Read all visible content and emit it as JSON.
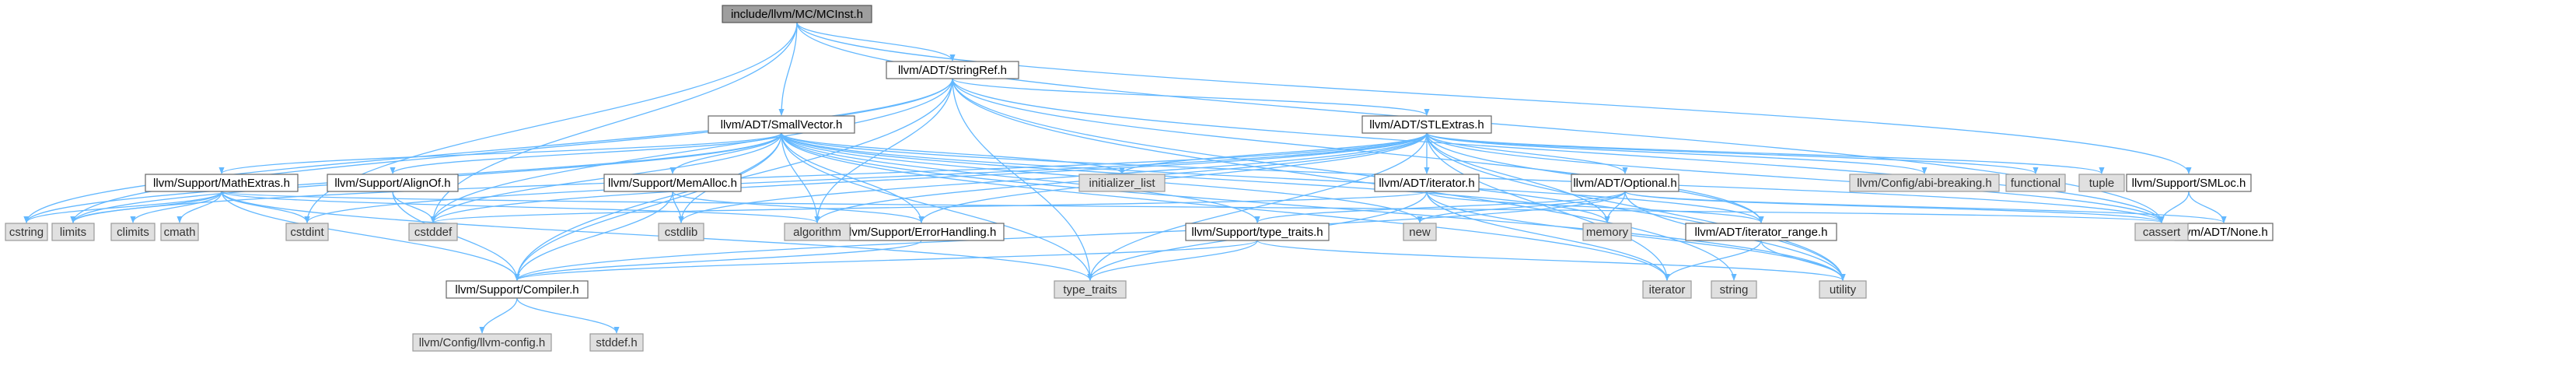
{
  "graph": {
    "edge_color": "#63b8ff",
    "root_fill": "#9e9e9e",
    "document_fill": "#ffffff",
    "external_fill": "#e0e0e0",
    "nodes": [
      {
        "id": "mcinst",
        "label": "include/llvm/MC/MCInst.h",
        "kind": "root"
      },
      {
        "id": "stringref",
        "label": "llvm/ADT/StringRef.h",
        "kind": "doc"
      },
      {
        "id": "smallvector",
        "label": "llvm/ADT/SmallVector.h",
        "kind": "doc"
      },
      {
        "id": "stlextras",
        "label": "llvm/ADT/STLExtras.h",
        "kind": "doc"
      },
      {
        "id": "smloc",
        "label": "llvm/Support/SMLoc.h",
        "kind": "doc"
      },
      {
        "id": "mathextras",
        "label": "llvm/Support/MathExtras.h",
        "kind": "doc"
      },
      {
        "id": "alignof",
        "label": "llvm/Support/AlignOf.h",
        "kind": "doc"
      },
      {
        "id": "memalloc",
        "label": "llvm/Support/MemAlloc.h",
        "kind": "doc"
      },
      {
        "id": "adtiterator",
        "label": "llvm/ADT/iterator.h",
        "kind": "doc"
      },
      {
        "id": "optional",
        "label": "llvm/ADT/Optional.h",
        "kind": "doc"
      },
      {
        "id": "errorhandling",
        "label": "llvm/Support/ErrorHandling.h",
        "kind": "doc"
      },
      {
        "id": "typetraitsh",
        "label": "llvm/Support/type_traits.h",
        "kind": "doc"
      },
      {
        "id": "iterrange",
        "label": "llvm/ADT/iterator_range.h",
        "kind": "doc"
      },
      {
        "id": "none",
        "label": "llvm/ADT/None.h",
        "kind": "doc"
      },
      {
        "id": "compiler",
        "label": "llvm/Support/Compiler.h",
        "kind": "doc"
      },
      {
        "id": "abibreaking",
        "label": "llvm/Config/abi-breaking.h",
        "kind": "ext"
      },
      {
        "id": "functional",
        "label": "functional",
        "kind": "ext"
      },
      {
        "id": "tuple",
        "label": "tuple",
        "kind": "ext"
      },
      {
        "id": "initlist",
        "label": "initializer_list",
        "kind": "ext"
      },
      {
        "id": "cassert",
        "label": "cassert",
        "kind": "ext"
      },
      {
        "id": "cstring",
        "label": "cstring",
        "kind": "ext"
      },
      {
        "id": "limits",
        "label": "limits",
        "kind": "ext"
      },
      {
        "id": "climits",
        "label": "climits",
        "kind": "ext"
      },
      {
        "id": "cmath",
        "label": "cmath",
        "kind": "ext"
      },
      {
        "id": "cstdint",
        "label": "cstdint",
        "kind": "ext"
      },
      {
        "id": "cstddef",
        "label": "cstddef",
        "kind": "ext"
      },
      {
        "id": "cstdlib",
        "label": "cstdlib",
        "kind": "ext"
      },
      {
        "id": "algorithm",
        "label": "algorithm",
        "kind": "ext"
      },
      {
        "id": "new",
        "label": "new",
        "kind": "ext"
      },
      {
        "id": "memory",
        "label": "memory",
        "kind": "ext"
      },
      {
        "id": "typetraits",
        "label": "type_traits",
        "kind": "ext"
      },
      {
        "id": "iterator",
        "label": "iterator",
        "kind": "ext"
      },
      {
        "id": "string",
        "label": "string",
        "kind": "ext"
      },
      {
        "id": "utility",
        "label": "utility",
        "kind": "ext"
      },
      {
        "id": "llvmconfig",
        "label": "llvm/Config/llvm-config.h",
        "kind": "ext"
      },
      {
        "id": "stddef",
        "label": "stddef.h",
        "kind": "ext"
      }
    ],
    "edges": [
      [
        "mcinst",
        "stringref"
      ],
      [
        "mcinst",
        "smallvector"
      ],
      [
        "mcinst",
        "smloc"
      ],
      [
        "mcinst",
        "cassert"
      ],
      [
        "mcinst",
        "cstddef"
      ],
      [
        "mcinst",
        "cstdint"
      ],
      [
        "stringref",
        "stlextras"
      ],
      [
        "stringref",
        "compiler"
      ],
      [
        "stringref",
        "algorithm"
      ],
      [
        "stringref",
        "cassert"
      ],
      [
        "stringref",
        "cstddef"
      ],
      [
        "stringref",
        "cstring"
      ],
      [
        "stringref",
        "limits"
      ],
      [
        "stringref",
        "string"
      ],
      [
        "stringref",
        "typetraits"
      ],
      [
        "stringref",
        "utility"
      ],
      [
        "stringref",
        "iterrange"
      ],
      [
        "smallvector",
        "mathextras"
      ],
      [
        "smallvector",
        "alignof"
      ],
      [
        "smallvector",
        "memalloc"
      ],
      [
        "smallvector",
        "compiler"
      ],
      [
        "smallvector",
        "errorhandling"
      ],
      [
        "smallvector",
        "typetraitsh"
      ],
      [
        "smallvector",
        "iterrange"
      ],
      [
        "smallvector",
        "algorithm"
      ],
      [
        "smallvector",
        "cassert"
      ],
      [
        "smallvector",
        "cstddef"
      ],
      [
        "smallvector",
        "cstdlib"
      ],
      [
        "smallvector",
        "cstring"
      ],
      [
        "smallvector",
        "initlist"
      ],
      [
        "smallvector",
        "iterator"
      ],
      [
        "smallvector",
        "limits"
      ],
      [
        "smallvector",
        "memory"
      ],
      [
        "smallvector",
        "new"
      ],
      [
        "smallvector",
        "typetraits"
      ],
      [
        "smallvector",
        "utility"
      ],
      [
        "stlextras",
        "optional"
      ],
      [
        "stlextras",
        "adtiterator"
      ],
      [
        "stlextras",
        "iterrange"
      ],
      [
        "stlextras",
        "abibreaking"
      ],
      [
        "stlextras",
        "errorhandling"
      ],
      [
        "stlextras",
        "algorithm"
      ],
      [
        "stlextras",
        "cassert"
      ],
      [
        "stlextras",
        "cstddef"
      ],
      [
        "stlextras",
        "cstdint"
      ],
      [
        "stlextras",
        "cstdlib"
      ],
      [
        "stlextras",
        "functional"
      ],
      [
        "stlextras",
        "initlist"
      ],
      [
        "stlextras",
        "iterator"
      ],
      [
        "stlextras",
        "limits"
      ],
      [
        "stlextras",
        "memory"
      ],
      [
        "stlextras",
        "tuple"
      ],
      [
        "stlextras",
        "typetraits"
      ],
      [
        "stlextras",
        "utility"
      ],
      [
        "smloc",
        "none"
      ],
      [
        "smloc",
        "cassert"
      ],
      [
        "mathextras",
        "compiler"
      ],
      [
        "mathextras",
        "algorithm"
      ],
      [
        "mathextras",
        "cassert"
      ],
      [
        "mathextras",
        "climits"
      ],
      [
        "mathextras",
        "cmath"
      ],
      [
        "mathextras",
        "cstdint"
      ],
      [
        "mathextras",
        "cstring"
      ],
      [
        "mathextras",
        "limits"
      ],
      [
        "mathextras",
        "typetraits"
      ],
      [
        "alignof",
        "compiler"
      ],
      [
        "alignof",
        "cstddef"
      ],
      [
        "memalloc",
        "compiler"
      ],
      [
        "memalloc",
        "errorhandling"
      ],
      [
        "memalloc",
        "cstdlib"
      ],
      [
        "adtiterator",
        "iterrange"
      ],
      [
        "adtiterator",
        "cstddef"
      ],
      [
        "adtiterator",
        "iterator"
      ],
      [
        "adtiterator",
        "typetraits"
      ],
      [
        "adtiterator",
        "utility"
      ],
      [
        "optional",
        "none"
      ],
      [
        "optional",
        "compiler"
      ],
      [
        "optional",
        "typetraitsh"
      ],
      [
        "optional",
        "cassert"
      ],
      [
        "optional",
        "memory"
      ],
      [
        "optional",
        "new"
      ],
      [
        "optional",
        "utility"
      ],
      [
        "errorhandling",
        "compiler"
      ],
      [
        "typetraitsh",
        "compiler"
      ],
      [
        "typetraitsh",
        "typetraits"
      ],
      [
        "typetraitsh",
        "utility"
      ],
      [
        "iterrange",
        "iterator"
      ],
      [
        "iterrange",
        "utility"
      ],
      [
        "compiler",
        "llvmconfig"
      ],
      [
        "compiler",
        "stddef"
      ]
    ]
  }
}
